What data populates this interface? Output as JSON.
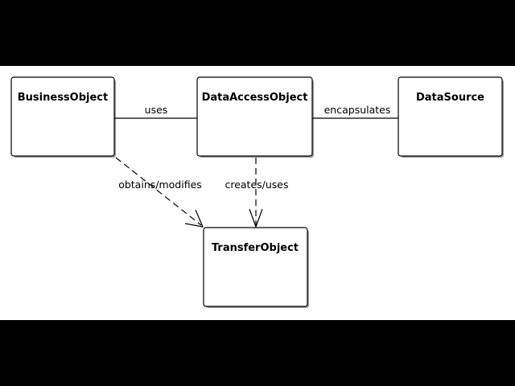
{
  "diagram": {
    "classes": {
      "business": "BusinessObject",
      "dao": "DataAccessObject",
      "source": "DataSource",
      "transfer": "TransferObject"
    },
    "relations": {
      "uses": "uses",
      "encapsulates": "encapsulates",
      "obtains": "obtains/modifies",
      "creates": "creates/uses"
    }
  },
  "colors": {
    "background": "#000000",
    "canvas": "#ffffff",
    "stroke": "#000000"
  }
}
